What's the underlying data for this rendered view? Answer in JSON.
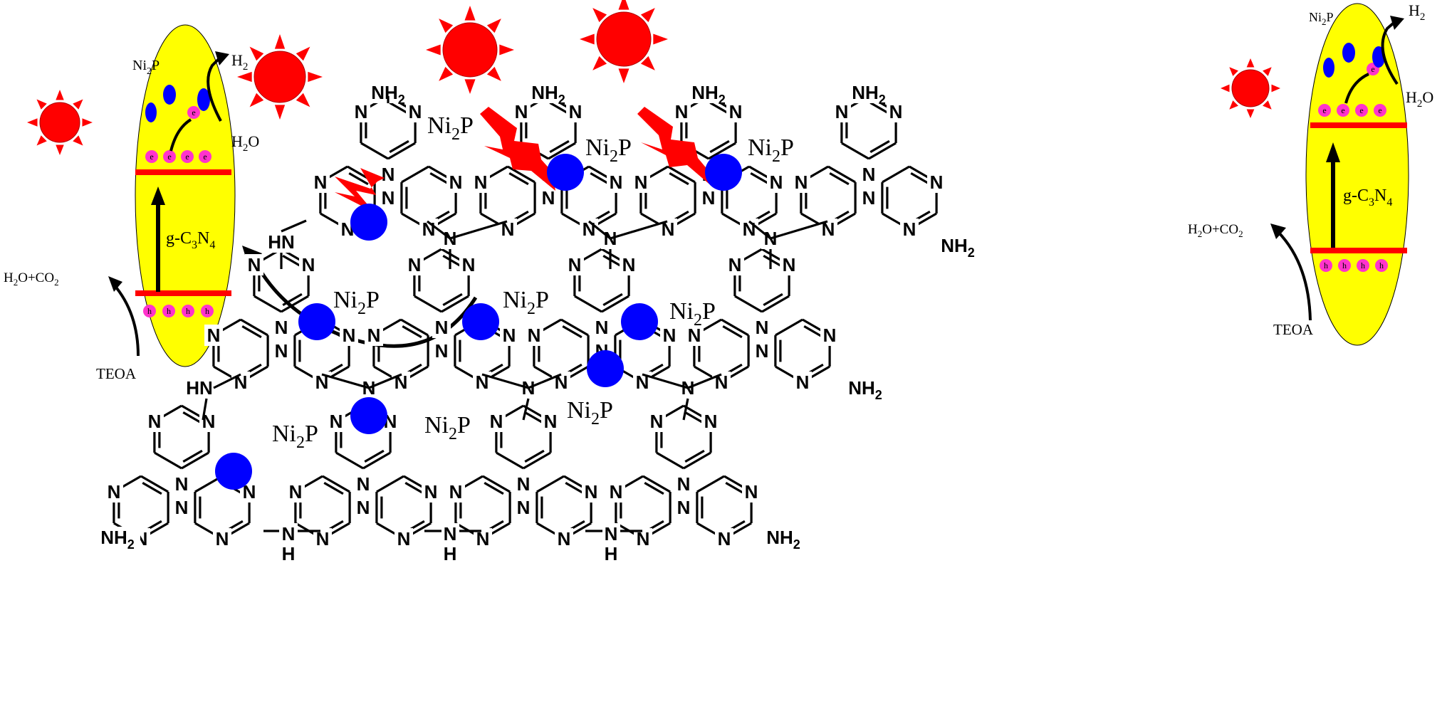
{
  "colors": {
    "bond": "#000000",
    "sun": "#ff0000",
    "lightning": "#ff0000",
    "ni2p_particle": "#0000ff",
    "cell_body": "#ffff00",
    "band_line": "#ff0000",
    "charge_dot": "#ff33cc",
    "cocatalyst_blob": "#0000ff"
  },
  "atoms": {
    "nitrogen": "N",
    "amine": "NH",
    "amine2": "NH",
    "amine_h": "H",
    "amine_sub": "2",
    "bridge_h": "H"
  },
  "ni2p": {
    "main": "Ni",
    "sub": "2",
    "tail": "P"
  },
  "cell_left": {
    "ni2p_main": "Ni",
    "ni2p_sub": "2",
    "ni2p_tail": "P",
    "h2_main": "H",
    "h2_sub": "2",
    "h2o_main": "H",
    "h2o_sub": "2",
    "h2o_tail": "O",
    "gcn_a": "g-C",
    "gcn_b": "3",
    "gcn_c": "N",
    "gcn_d": "4",
    "co2_a": "H",
    "co2_b": "2",
    "co2_c": "O+CO",
    "co2_d": "2",
    "teoa": "TEOA",
    "electron": "e",
    "hole": "h"
  },
  "cell_right": {
    "ni2p_main": "Ni",
    "ni2p_sub": "2",
    "ni2p_tail": "P",
    "h2_main": "H",
    "h2_sub": "2",
    "h2o_main": "H",
    "h2o_sub": "2",
    "h2o_tail": "O",
    "gcn_a": "g-C",
    "gcn_b": "3",
    "gcn_c": "N",
    "gcn_d": "4",
    "co2_a": "H",
    "co2_b": "2",
    "co2_c": "O+CO",
    "co2_d": "2",
    "teoa": "TEOA",
    "electron": "e",
    "hole": "h"
  }
}
